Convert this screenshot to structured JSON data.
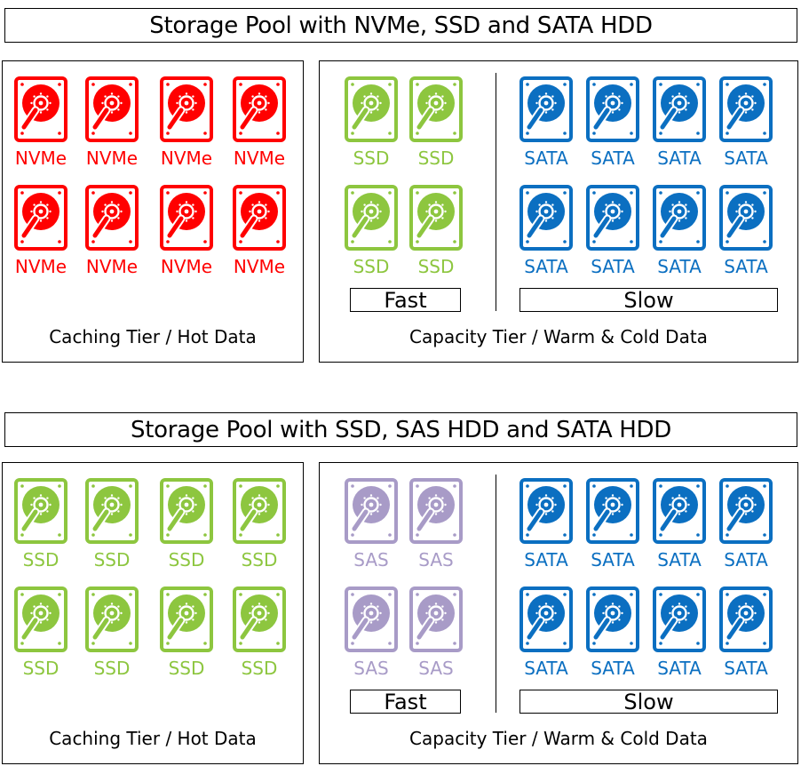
{
  "colors": {
    "nvme": "#ff0000",
    "ssd": "#8dc63f",
    "sata": "#0b6fc1",
    "sas": "#a89bc7"
  },
  "diagrams": [
    {
      "title": "Storage Pool with NVMe, SSD and SATA HDD",
      "caching": {
        "caption": "Caching Tier / Hot Data",
        "drive": {
          "label": "NVMe",
          "color_key": "nvme",
          "count": 8
        }
      },
      "capacity": {
        "caption": "Capacity Tier / Warm & Cold Data",
        "fast": {
          "label": "Fast",
          "drive": {
            "label": "SSD",
            "color_key": "ssd",
            "count": 4
          }
        },
        "slow": {
          "label": "Slow",
          "drive": {
            "label": "SATA",
            "color_key": "sata",
            "count": 8
          }
        }
      }
    },
    {
      "title": "Storage Pool with SSD, SAS HDD and SATA HDD",
      "caching": {
        "caption": "Caching Tier / Hot Data",
        "drive": {
          "label": "SSD",
          "color_key": "ssd",
          "count": 8
        }
      },
      "capacity": {
        "caption": "Capacity Tier / Warm & Cold Data",
        "fast": {
          "label": "Fast",
          "drive": {
            "label": "SAS",
            "color_key": "sas",
            "count": 4
          }
        },
        "slow": {
          "label": "Slow",
          "drive": {
            "label": "SATA",
            "color_key": "sata",
            "count": 8
          }
        }
      }
    }
  ]
}
